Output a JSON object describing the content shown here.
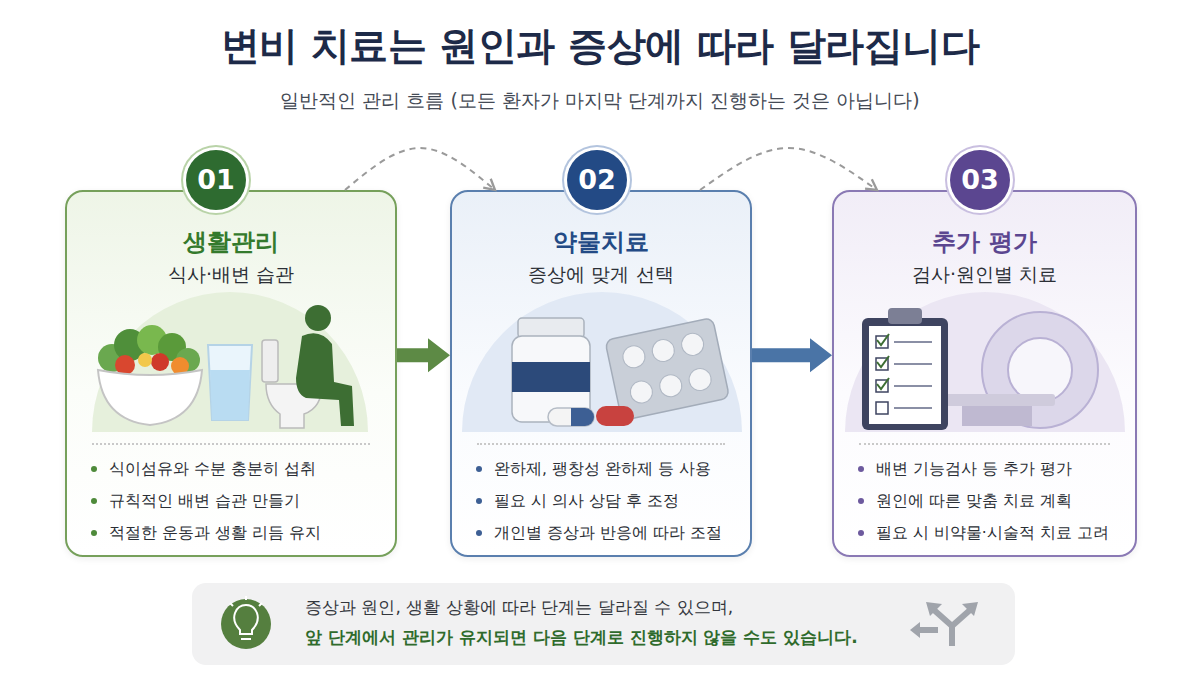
{
  "diagram": {
    "title": "변비 치료는 원인과 증상에 따라 달라집니다",
    "nodes": [
      {
        "text": [
          "생활관리",
          "식사·배변 습관",
          "식이섬유와 수분 충분히 섭취",
          "규칙적인 배변 습관 만들기",
          "적절한 운동과 생활 리듬 유지"
        ]
      },
      {
        "text": [
          "01"
        ],
        "in": 0
      },
      {
        "text": [
          "약물치료",
          "증상에 맞게 선택",
          "완하제, 팽창성 완하제 등 사용",
          "필요 시 의사 상담 후 조정",
          "개인별 증상과 반응에 따라 조절"
        ]
      },
      {
        "text": [
          "02"
        ],
        "in": 2
      },
      {
        "text": [
          "추가 평가",
          "검사·원인별 치료",
          "배변 기능검사 등 추가 평가",
          "원인에 따른 맞춤 치료 계획",
          "필요 시 비약물·시술적 치료 고려"
        ]
      },
      {
        "text": [
          "03"
        ],
        "in": 4
      },
      {
        "text": [
          "증상과 원인, 생활 상황에 따라 단계는 달라질 수 있으며,",
          "앞 단계에서 관리가 유지되면 다음 단계로 진행하지 않을 수도 있습니다."
        ]
      }
    ],
    "edges": [
      {
        "from": 0,
        "to": 2,
        "arrow": "to"
      },
      {
        "from": 2,
        "to": 4,
        "arrow": "to"
      },
      {
        "from": 0,
        "to": 2,
        "arrow": "to"
      },
      {
        "from": 2,
        "to": 4,
        "arrow": "to"
      }
    ],
    "labels": [
      "일반적인 관리 흐름 (모든 환자가 마지막 단계까지 진행하는 것은 아닙니다)"
    ]
  }
}
